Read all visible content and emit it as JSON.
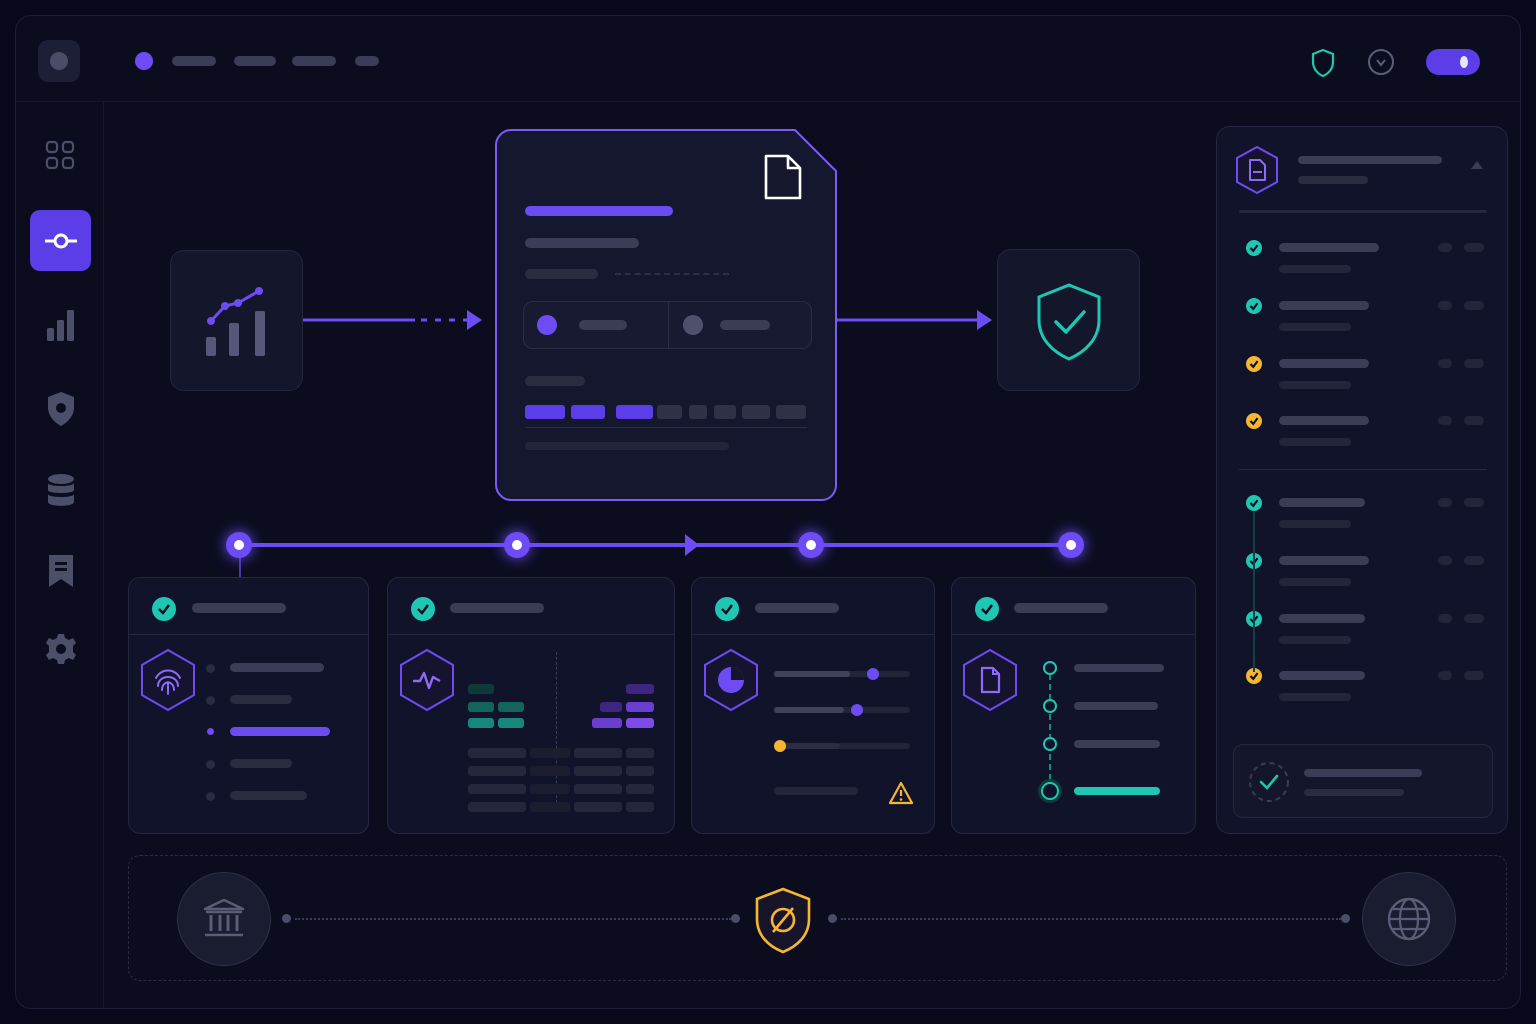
{
  "colors": {
    "accent": "#6d4cf5",
    "teal": "#1fc7b2",
    "amber": "#f5b731",
    "background": "#07081a",
    "panel": "#11132a"
  },
  "topbar": {
    "status_dot": "status-dot",
    "right_icons": [
      "shield-icon",
      "help-circle-icon",
      "theme-toggle"
    ]
  },
  "sidebar": {
    "items": [
      {
        "icon": "grid-icon",
        "active": false
      },
      {
        "icon": "commit-icon",
        "active": true
      },
      {
        "icon": "bar-chart-icon",
        "active": false
      },
      {
        "icon": "shield-icon",
        "active": false
      },
      {
        "icon": "database-icon",
        "active": false
      },
      {
        "icon": "bookmark-icon",
        "active": false
      },
      {
        "icon": "settings-icon",
        "active": false
      }
    ]
  },
  "flow": {
    "source_icon": "analytics-chart-icon",
    "document_icon": "document-icon",
    "target_icon": "shield-check-icon",
    "steps": [
      {
        "icon": "fingerprint-icon",
        "status": "complete"
      },
      {
        "icon": "activity-icon",
        "status": "complete"
      },
      {
        "icon": "pie-chart-icon",
        "status": "complete",
        "warning": true
      },
      {
        "icon": "document-icon",
        "status": "complete"
      }
    ]
  },
  "checklist": {
    "header_icon": "document-icon",
    "items": [
      {
        "status": "done"
      },
      {
        "status": "done"
      },
      {
        "status": "pending"
      },
      {
        "status": "pending"
      },
      {
        "status": "done"
      },
      {
        "status": "done"
      },
      {
        "status": "done"
      },
      {
        "status": "pending"
      }
    ],
    "footer_icon": "check-circle-icon"
  },
  "bottom": {
    "left_icon": "bank-icon",
    "center_icon": "shield-slash-icon",
    "right_icon": "globe-icon"
  }
}
